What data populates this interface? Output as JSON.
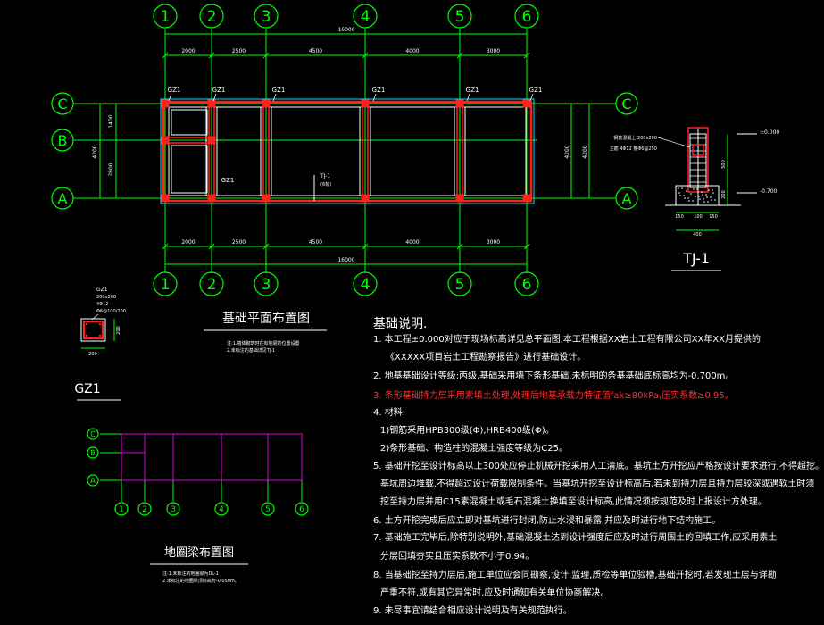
{
  "colors": {
    "background": "#000000",
    "axis_green": "#00ff00",
    "wall_red": "#ff2020",
    "beam_cyan": "#00e5ff",
    "wall_white": "#ffffff",
    "ground_beam_magenta": "#e000e0",
    "dim_white": "#ffffff",
    "note_red": "#ff3030"
  },
  "plan": {
    "grid_x": [
      "1",
      "2",
      "3",
      "4",
      "5",
      "6"
    ],
    "grid_y": [
      "C",
      "B",
      "A"
    ],
    "top_dims": [
      "2000",
      "2500",
      "4500",
      "4000",
      "3000"
    ],
    "total_dim": "16000",
    "bottom_dims": [
      "2000",
      "2500",
      "4500",
      "4000",
      "3000"
    ],
    "left_dims": [
      "1400",
      "2800"
    ],
    "left_total": "4200",
    "right_dims": [
      "4200",
      "4200"
    ],
    "column_tags": [
      "GZ1",
      "GZ1",
      "GZ1",
      "GZ1",
      "GZ1",
      "GZ1"
    ],
    "column_tag_mid": "GZ1",
    "section_callout": "TJ-1",
    "section_callout_sub": "(6标)",
    "title": "基础平面布置图",
    "subnotes": [
      "注:1.墙体砌筑时在有地梁的位置设置",
      "2.未标注的基础详见TJ-1"
    ]
  },
  "section": {
    "title": "TJ-1",
    "elev_top": "±0.000",
    "elev_bottom": "-0.700",
    "label1": "钢筋混凝土 200x200",
    "label2": "主筋 4Φ12 箍Φ6@250",
    "dim_500": "500",
    "dim_200": "200",
    "bottom_dims": [
      "150",
      "100",
      "150"
    ],
    "width_dim": "400"
  },
  "column": {
    "name": "GZ1",
    "text1": "GZ1",
    "text2": "200x200",
    "text3": "4Φ12",
    "text4": "Φ6@100/200",
    "dim_w": "200",
    "dim_h": "200",
    "label": "GZ1"
  },
  "ground_beam": {
    "grid_x": [
      "1",
      "2",
      "3",
      "4",
      "5",
      "6"
    ],
    "grid_y": [
      "C",
      "B",
      "A"
    ],
    "title": "地圈梁布置图",
    "subnotes": [
      "注:1.未标注的地圈梁为DL-1",
      "2.未标注的地圈梁顶标高为-0.050m。"
    ]
  },
  "notes": {
    "title": "基础说明.",
    "items": [
      {
        "text": "1. 本工程±0.000对应于现场标高详见总平面图,本工程根据XX岩土工程有限公司XX年XX月提供的",
        "red": false
      },
      {
        "text": "《XXXXX项目岩土工程勘察报告》进行基础设计。",
        "red": false
      },
      {
        "text": "2. 地基基础设计等级:丙级,基础采用墙下条形基础,未标明的条基基础底标高均为-0.700m。",
        "red": false
      },
      {
        "text": "3. 条形基础持力层采用素填土处理,处理后地基承载力特征值fak≥80kPa,压实系数≥0.95。",
        "red": true
      },
      {
        "text": "4. 材料:",
        "red": false
      },
      {
        "text": "1)钢筋采用HPB300级(Φ),HRB400级(Φ)。",
        "red": false
      },
      {
        "text": "2)条形基础、构造柱的混凝土强度等级为C25。",
        "red": false
      },
      {
        "text": "5. 基础开挖至设计标高以上300处应停止机械开挖采用人工清底。基坑土方开挖应严格按设计要求进行,不得超挖。",
        "red": false
      },
      {
        "text": "基坑周边堆载,不得超过设计荷载限制条件。当基坑开挖至设计标高后,若未到持力层且持力层较深或遇软土时须",
        "red": false
      },
      {
        "text": "挖至持力层并用C15素混凝土或毛石混凝土换填至设计标高,此情况须按规范及时上报设计方处理。",
        "red": false
      },
      {
        "text": "6. 土方开挖完成后应立即对基坑进行封闭,防止水浸和暴露,并应及时进行地下结构施工。",
        "red": false
      },
      {
        "text": "7. 基础施工完毕后,除特别说明外,基础混凝土达到设计强度后应及时进行周围土的回填工作,应采用素土",
        "red": false
      },
      {
        "text": "分层回填夯实且压实系数不小于0.94。",
        "red": false
      },
      {
        "text": "8. 当基础挖至持力层后,施工单位应会同勘察,设计,监理,质检等单位验槽,基础开挖时,若发现土层与详勘",
        "red": false
      },
      {
        "text": "严重不符,或有其它异常时,应及时通知有关单位协商解决。",
        "red": false
      },
      {
        "text": "9. 未尽事宜请结合相应设计说明及有关规范执行。",
        "red": false
      }
    ]
  }
}
